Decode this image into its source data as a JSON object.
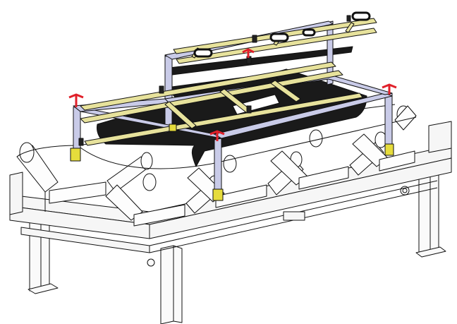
{
  "colors": {
    "background": "#ffffff",
    "outline": "#111111",
    "frame_fill": "#f4f4f4",
    "lifting_frame": "#c9cbe8",
    "lifting_frame_dark": "#9ea2cc",
    "slider_bars": "#e7e29c",
    "slider_bars_dark": "#b9b26a",
    "belt": "#1a1a1a",
    "clamp_red": "#e0202a",
    "jack_yellow": "#e6dc3c",
    "handle": "#222222"
  },
  "components": {
    "conveyor_frame": "troughing-conveyor-stringer",
    "idler_sets": 5,
    "lifting_posts": 4,
    "red_top_clamps": 4,
    "yellow_base_jacks": 4,
    "carry_handles": 4
  }
}
